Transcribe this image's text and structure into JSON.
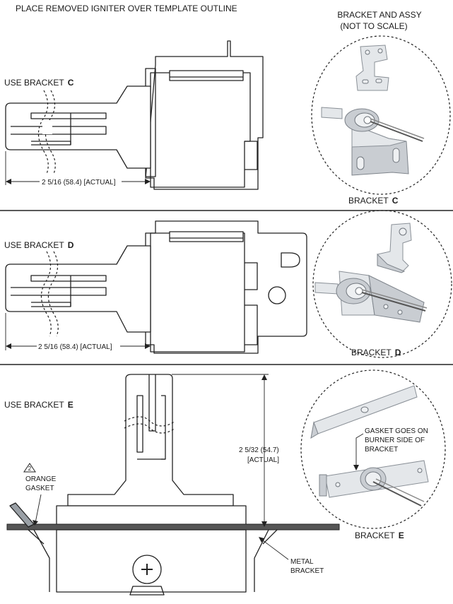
{
  "header": {
    "title": "PLACE REMOVED IGNITER OVER TEMPLATE OUTLINE"
  },
  "panel_c": {
    "use_label": "USE BRACKET",
    "use_letter": "C",
    "dimension": "2 5/16 (58.4) [ACTUAL]",
    "inset_title_line1": "BRACKET AND ASSY",
    "inset_title_line2": "(NOT TO SCALE)",
    "inset_caption": "BRACKET",
    "inset_letter": "C"
  },
  "panel_d": {
    "use_label": "USE BRACKET",
    "use_letter": "D",
    "dimension": "2 5/16 (58.4) [ACTUAL]",
    "inset_caption": "BRACKET",
    "inset_letter": "D"
  },
  "panel_e": {
    "use_label": "USE BRACKET",
    "use_letter": "E",
    "dimension_line1": "2 5/32 (54.7)",
    "dimension_line2": "[ACTUAL]",
    "note_number": "2",
    "gasket_line1": "ORANGE",
    "gasket_line2": "GASKET",
    "metal_line1": "METAL",
    "metal_line2": "BRACKET",
    "gasket_note_line1": "GASKET GOES ON",
    "gasket_note_line2": "BURNER SIDE OF",
    "gasket_note_line3": "BRACKET",
    "inset_caption": "BRACKET",
    "inset_letter": "E"
  }
}
